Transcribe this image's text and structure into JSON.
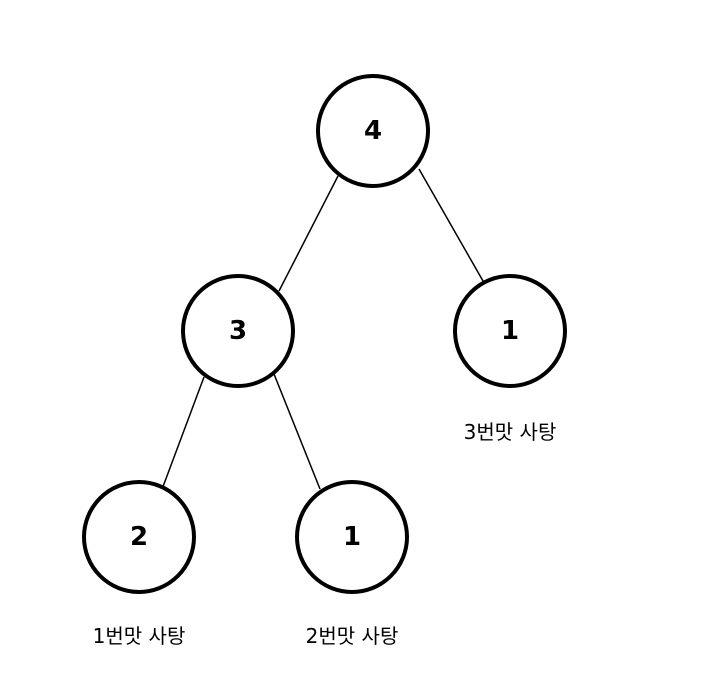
{
  "tree": {
    "nodes": [
      {
        "id": "root",
        "value": "4"
      },
      {
        "id": "left",
        "value": "3"
      },
      {
        "id": "right",
        "value": "1"
      },
      {
        "id": "left-left",
        "value": "2"
      },
      {
        "id": "left-right",
        "value": "1"
      }
    ],
    "edges": [
      {
        "from": "root",
        "to": "left"
      },
      {
        "from": "root",
        "to": "right"
      },
      {
        "from": "left",
        "to": "left-left"
      },
      {
        "from": "left",
        "to": "left-right"
      }
    ],
    "captions": [
      {
        "node": "right",
        "text": "3번맛 사탕"
      },
      {
        "node": "left-left",
        "text": "1번맛 사탕"
      },
      {
        "node": "left-right",
        "text": "2번맛 사탕"
      }
    ]
  }
}
